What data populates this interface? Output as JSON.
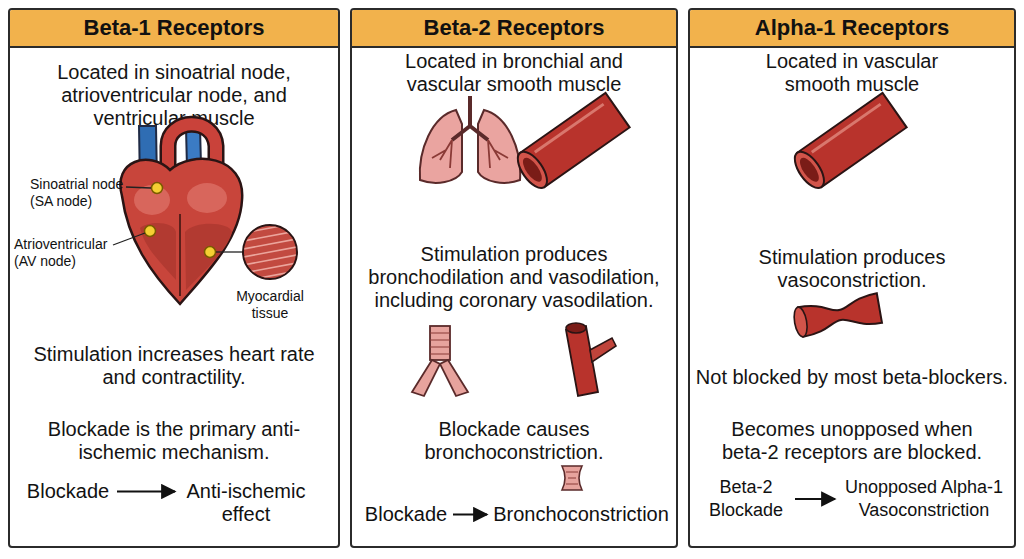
{
  "diagram": {
    "nodes": [
      {
        "text": [
          "Located in sinoatrial node, atrioventricular node, and ventricular muscle",
          "Stimulation increases heart rate and contractility.",
          "Blockade is the primary anti-ischemic mechanism."
        ]
      },
      {
        "text": [
          "Beta-1 Receptors"
        ],
        "in": 0
      },
      {
        "text": [
          "Blockade"
        ],
        "in": 0
      },
      {
        "text": [
          "Anti-ischemic effect"
        ],
        "in": 0
      },
      {
        "text": [
          "Located in bronchial and vascular smooth muscle",
          "Stimulation produces bronchodilation and vasodilation, including coronary vasodilation.",
          "Blockade causes bronchoconstriction."
        ]
      },
      {
        "text": [
          "Beta-2 Receptors"
        ],
        "in": 4
      },
      {
        "text": [
          "Blockade"
        ],
        "in": 4
      },
      {
        "text": [
          "Bronchoconstriction"
        ],
        "in": 4
      },
      {
        "text": [
          "Located in vascular smooth muscle",
          "Stimulation produces vasoconstriction.",
          "Not blocked by most beta-blockers.",
          "Becomes unopposed when beta-2 receptors are blocked."
        ]
      },
      {
        "text": [
          "Alpha-1 Receptors"
        ],
        "in": 8
      },
      {
        "text": [
          "Beta-2 Blockade"
        ],
        "in": 8
      },
      {
        "text": [
          "Unopposed Alpha-1 Vasoconstriction"
        ],
        "in": 8
      }
    ],
    "edges": [
      {
        "from": 2,
        "to": 3,
        "arrow": "to"
      },
      {
        "from": 6,
        "to": 7,
        "arrow": "to"
      },
      {
        "from": 10,
        "to": 11,
        "arrow": "to"
      }
    ],
    "labels": [
      "Sinoatrial node (SA node)",
      "Atrioventricular (AV node)",
      "Myocardial tissue"
    ]
  }
}
